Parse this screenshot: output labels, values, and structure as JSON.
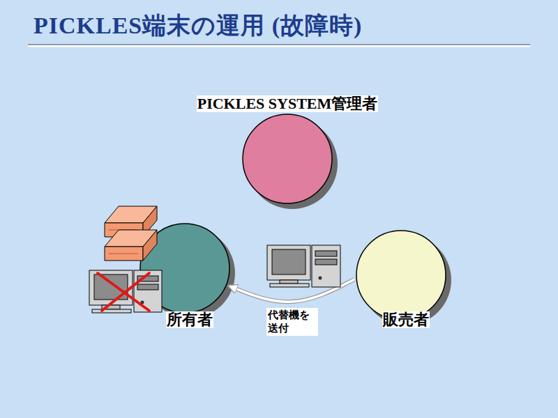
{
  "diagram": {
    "title": "PICKLES端末の運用 (故障時)",
    "nodes": [
      {
        "text": [
          "PICKLES SYSTEM管理者"
        ]
      },
      {
        "text": [
          "所有者"
        ]
      },
      {
        "text": [
          "販売者"
        ]
      }
    ],
    "edges": [
      {
        "from": 2,
        "to": 1,
        "arrow": "to",
        "label": "代替機を 送付"
      }
    ]
  }
}
